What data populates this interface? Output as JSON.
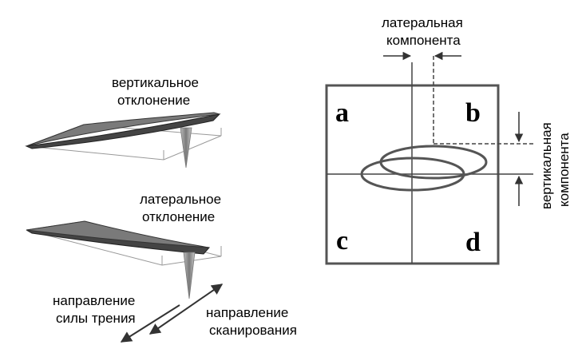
{
  "left": {
    "vertical_deflection": [
      "вертикальное",
      "отклонение"
    ],
    "lateral_deflection": [
      "латеральное",
      "отклонение"
    ],
    "friction_direction": [
      "направление",
      "силы трения"
    ],
    "scan_direction": [
      "направление",
      "сканирования"
    ]
  },
  "right": {
    "lateral_component": [
      "латеральная",
      "компонента"
    ],
    "vertical_component": [
      "вертикальная",
      "компонента"
    ],
    "quadrants": {
      "a": "a",
      "b": "b",
      "c": "c",
      "d": "d"
    }
  },
  "colors": {
    "stroke": "#555555",
    "cantilever": "#6e6e6e",
    "tip": "#8a8a8a"
  }
}
